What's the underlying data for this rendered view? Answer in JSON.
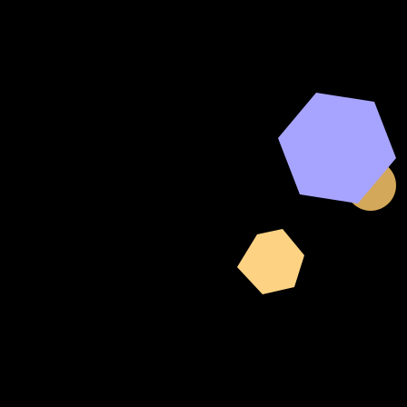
{
  "scene": {
    "background_color": "#000000",
    "shapes": [
      {
        "name": "gold-circle",
        "kind": "circle",
        "color": "#D4A85A"
      },
      {
        "name": "lavender-hexagon",
        "kind": "hexagon",
        "color": "#A7A4FF"
      },
      {
        "name": "yellow-hexagon",
        "kind": "hexagon",
        "color": "#FDD283"
      }
    ]
  }
}
